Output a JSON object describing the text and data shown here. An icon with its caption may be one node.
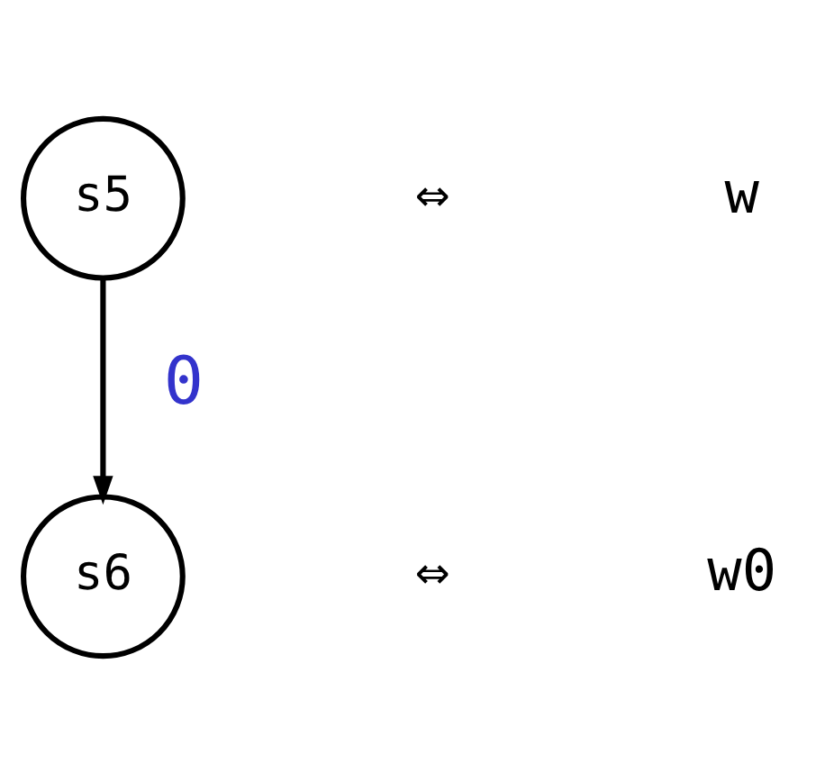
{
  "diagram": {
    "nodes": [
      {
        "text": [
          "s5"
        ]
      },
      {
        "text": [
          "s6"
        ]
      }
    ],
    "edges": [
      {
        "from": 0,
        "to": 1,
        "arrow": "to",
        "label": "0"
      }
    ],
    "labels": [
      "⇔",
      "w",
      "⇔",
      "w0"
    ]
  }
}
